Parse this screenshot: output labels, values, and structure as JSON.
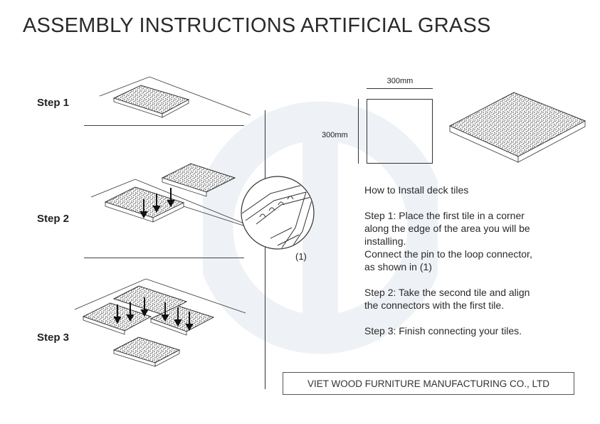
{
  "title": "ASSEMBLY INSTRUCTIONS ARTIFICIAL GRASS",
  "steps": [
    {
      "label": "Step 1"
    },
    {
      "label": "Step 2"
    },
    {
      "label": "Step 3"
    }
  ],
  "dimensions": {
    "width": "300mm",
    "height": "300mm"
  },
  "callout": "(1)",
  "instructions": {
    "heading": "How to Install deck tiles",
    "step1_lines": [
      "Step 1: Place the first tile in a corner",
      "along the edge of the area you will be",
      "installing.",
      "Connect the pin to the loop connector,",
      "as shown in (1)"
    ],
    "step2_lines": [
      "Step 2: Take the second tile and align",
      "the connectors with the first tile."
    ],
    "step3_lines": [
      "Step 3: Finish connecting your tiles."
    ]
  },
  "company": "VIET WOOD FURNITURE MANUFACTURING CO., LTD"
}
